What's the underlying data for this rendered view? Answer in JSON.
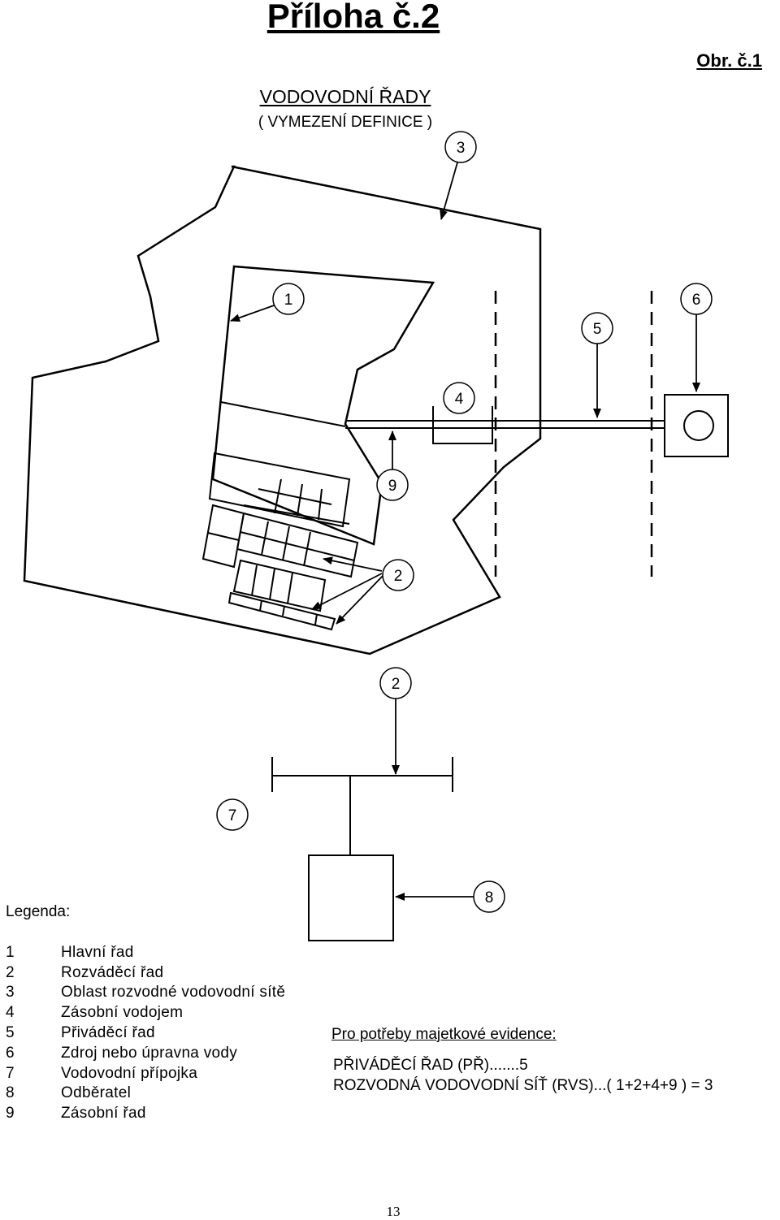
{
  "title": "Příloha č.2",
  "figure_ref": "Obr. č.1",
  "heading": "VODOVODNÍ ŘADY",
  "subheading": "( VYMEZENÍ DEFINICE )",
  "callouts": {
    "c1": "1",
    "c2a": "2",
    "c2b": "2",
    "c3": "3",
    "c4": "4",
    "c5": "5",
    "c6": "6",
    "c7": "7",
    "c8": "8",
    "c9": "9"
  },
  "legend": {
    "title": "Legenda:",
    "items": [
      {
        "num": "1",
        "label": "Hlavní řad"
      },
      {
        "num": "2",
        "label": "Rozváděcí řad"
      },
      {
        "num": "3",
        "label": "Oblast rozvodné vodovodní sítě"
      },
      {
        "num": "4",
        "label": "Zásobní vodojem"
      },
      {
        "num": "5",
        "label": "Přiváděcí řad"
      },
      {
        "num": "6",
        "label": "Zdroj nebo úpravna vody"
      },
      {
        "num": "7",
        "label": "Vodovodní přípojka"
      },
      {
        "num": "8",
        "label": "Odběratel"
      },
      {
        "num": "9",
        "label": "Zásobní řad"
      }
    ]
  },
  "evidence": {
    "title": "Pro potřeby majetkové evidence:",
    "line1": "PŘIVÁDĚCÍ ŘAD (PŘ).......5",
    "line2": "ROZVODNÁ VODOVODNÍ SÍŤ  (RVS)...( 1+2+4+9 ) = 3"
  },
  "page_number": "13"
}
